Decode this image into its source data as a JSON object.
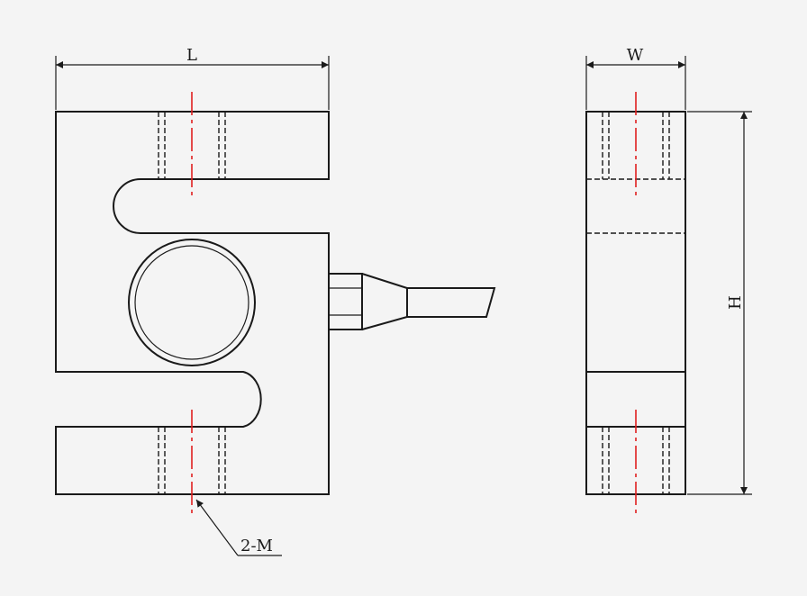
{
  "dimensions": {
    "length_label": "L",
    "width_label": "W",
    "height_label": "H",
    "thread_label": "2-M"
  },
  "colors": {
    "background": "#f4f4f4",
    "outline": "#1a1a1a",
    "centerline": "#e02020"
  }
}
